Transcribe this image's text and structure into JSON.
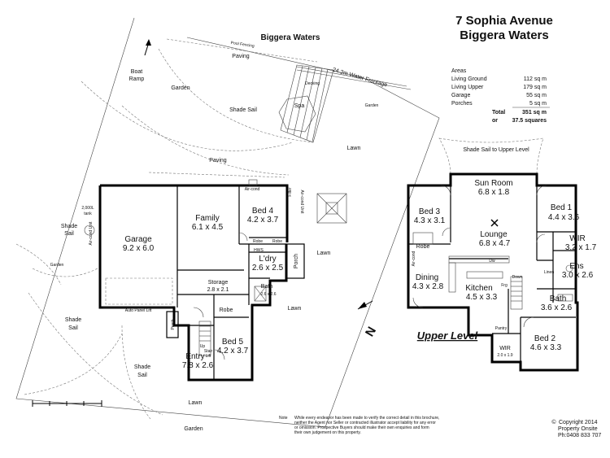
{
  "title": {
    "line1": "7 Sophia Avenue",
    "line2": "Biggera Waters"
  },
  "areas": {
    "heading": "Areas",
    "rows": [
      {
        "label": "Living Ground",
        "value": "112 sq m"
      },
      {
        "label": "Living Upper",
        "value": "179 sq m"
      },
      {
        "label": "Garage",
        "value": "55 sq m"
      },
      {
        "label": "Porches",
        "value": "5 sq m"
      }
    ],
    "total_label": "Total",
    "total_value": "351 sq m",
    "or_label": "or",
    "squares_value": "37.5 squares"
  },
  "site": {
    "biggera_waters": "Biggera Waters",
    "boat_ramp_1": "Boat",
    "boat_ramp_2": "Ramp",
    "pool_fencing": "Pool Fencing",
    "water_frontage": "24.2m Water Frontage",
    "decking": "Decking",
    "spa": "Spa",
    "tank_1": "2,000L",
    "tank_2": "tank",
    "aircond_unit": "Air-cond Unit",
    "filter": "Filter",
    "gardens": [
      "Garden",
      "Garden",
      "Garden",
      "Garden"
    ],
    "paving": [
      "Paving",
      "Paving"
    ],
    "lawns": [
      "Lawn",
      "Lawn",
      "Lawn",
      "Lawn"
    ],
    "shade_sails": [
      "Shade Sail",
      "Shade",
      "Sail",
      "Shade",
      "Sail",
      "Shade",
      "Sail"
    ]
  },
  "ground": {
    "garage": {
      "name": "Garage",
      "size": "9.2 x 6.0"
    },
    "family": {
      "name": "Family",
      "size": "6.1 x 4.5"
    },
    "bed4": {
      "name": "Bed 4",
      "size": "4.2 x 3.7"
    },
    "ldry": {
      "name": "L'dry",
      "size": "2.6 x 2.5"
    },
    "porch_side": "Porch",
    "porch_entry": "Porch",
    "storage": {
      "name": "Storage",
      "size": "2.8 x 2.1"
    },
    "bath": {
      "name": "Bath",
      "size": "2.6 x 2.6"
    },
    "robe1": "Robe",
    "robe2": "Robe",
    "robe3": "Robe",
    "hws": "HWS",
    "aircond": "Air-cond",
    "aircond_unit": "Air-cond Unit",
    "bed5": {
      "name": "Bed 5",
      "size": "4.2 x 3.7"
    },
    "entry": {
      "name": "Entry",
      "size": "7.8 x 2.6"
    },
    "auto_panel_lift": "Auto Panel Lift",
    "up": "Up",
    "stair_lift_1": "Stair",
    "stair_lift_2": "Lift"
  },
  "upper": {
    "shade_sail_label": "Shade Sail to Upper Level",
    "sunroom": {
      "name": "Sun Room",
      "size": "6.8 x 1.8"
    },
    "bed3": {
      "name": "Bed 3",
      "size": "4.3 x 3.1"
    },
    "bed1": {
      "name": "Bed 1",
      "size": "4.4 x 3.6"
    },
    "lounge": {
      "name": "Lounge",
      "size": "6.8 x 4.7"
    },
    "wir1": {
      "name": "WIR",
      "size": "3.2 x 1.7"
    },
    "ens": {
      "name": "Ens",
      "size": "3.0 x 2.6"
    },
    "dining": {
      "name": "Dining",
      "size": "4.3 x 2.8"
    },
    "kitchen": {
      "name": "Kitchen",
      "size": "4.5 x 3.3"
    },
    "bath": {
      "name": "Bath",
      "size": "3.6 x 2.6"
    },
    "wir2": {
      "name": "WIR",
      "size": "2.0 x 1.9"
    },
    "bed2": {
      "name": "Bed 2",
      "size": "4.6 x 3.3"
    },
    "robe": "Robe",
    "pantry": "Pantry",
    "linen": "Linen",
    "down": "Down",
    "dw": "Dw",
    "frg": "Frg",
    "aircond": "Air-cond"
  },
  "level_label": "Upper Level",
  "compass": "N",
  "notes": {
    "label": "Note",
    "text_lines": [
      "While every endeavor has been made to verify the correct detail in this brochure,",
      "neither the Agent nor Seller or contracted illustrator accept liability for any error",
      "or omission. Prospective Buyers should make their own enquiries and form",
      "their own judgement on this property."
    ]
  },
  "copyright": {
    "line1": "Copyright 2014",
    "line2": "Property Onsite",
    "line3": "Ph:0408 833 707",
    "symbol": "©"
  }
}
